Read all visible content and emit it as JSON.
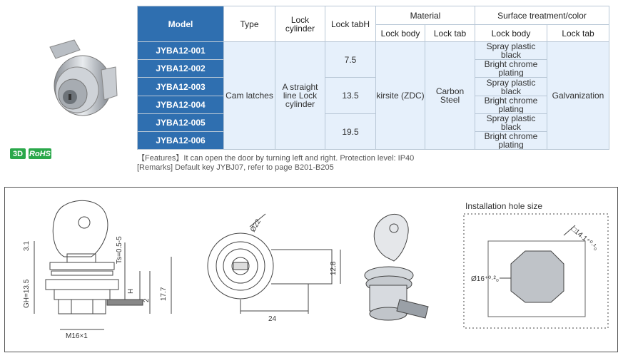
{
  "table": {
    "headers": {
      "model": "Model",
      "type": "Type",
      "lock_cylinder": "Lock cylinder",
      "lock_tab_h": "Lock tabH",
      "material": "Material",
      "surface": "Surface treatment/color",
      "sub_lock_body": "Lock body",
      "sub_lock_tab": "Lock tab",
      "sub_lock_body2": "Lock body",
      "sub_lock_tab2": "Lock tab"
    },
    "rows": [
      {
        "model": "JYBA12-001",
        "surface_body": "Spray plastic black"
      },
      {
        "model": "JYBA12-002",
        "surface_body": "Bright chrome plating"
      },
      {
        "model": "JYBA12-003",
        "surface_body": "Spray plastic black"
      },
      {
        "model": "JYBA12-004",
        "surface_body": "Bright chrome plating"
      },
      {
        "model": "JYBA12-005",
        "surface_body": "Spray plastic black"
      },
      {
        "model": "JYBA12-006",
        "surface_body": "Bright chrome plating"
      }
    ],
    "type": "Cam latches",
    "lock_cylinder": "A straight line Lock cylinder",
    "tab_h": [
      "7.5",
      "13.5",
      "19.5"
    ],
    "lock_body_material": "kirsite (ZDC)",
    "lock_tab_material": "Carbon Steel",
    "lock_tab_surface": "Galvanization"
  },
  "badges": {
    "three_d": "3D",
    "rohs": "RoHS"
  },
  "notes": {
    "features": "【Features】It can open the door by turning left and right. Protection level: IP40",
    "remarks": "[Remarks] Default key JYBJ07, refer to page B201-B205"
  },
  "drawing": {
    "installation_label": "Installation hole size",
    "dims": {
      "d31": "3.1",
      "ts": "Ts=0.5-5",
      "gh": "GH=13.5",
      "h": "H",
      "d2": "2",
      "d177": "17.7",
      "m16": "M16×1",
      "phi22": "Ø22",
      "d128": "12.8",
      "d24": "24",
      "phi16": "Ø16⁺⁰·²₀",
      "sq141": "□14.1⁺⁰·¹₀"
    }
  },
  "colors": {
    "header_blue": "#2f6fb0",
    "cell_bg": "#e6f0fb",
    "badge_3d": "#2aa84a",
    "badge_rohs": "#2aa84a"
  }
}
